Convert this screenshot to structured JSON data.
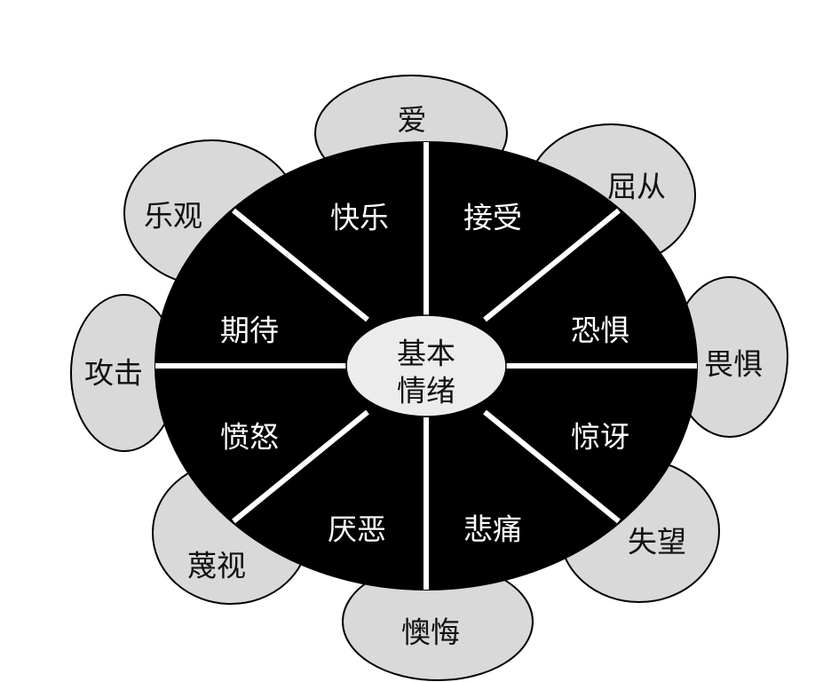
{
  "center": {
    "line1": "基本",
    "line2": "情绪"
  },
  "basic_emotions": [
    "快乐",
    "接受",
    "恐惧",
    "惊讶",
    "悲痛",
    "厌恶",
    "愤怒",
    "期待"
  ],
  "secondary_emotions": [
    "爱",
    "屈从",
    "畏惧",
    "失望",
    "懊悔",
    "蔑视",
    "攻击",
    "乐观"
  ],
  "colors": {
    "petal_fill": "#d9d9d9",
    "disc_fill": "#000000",
    "divider": "#ffffff",
    "hub_fill": "#ececec"
  }
}
